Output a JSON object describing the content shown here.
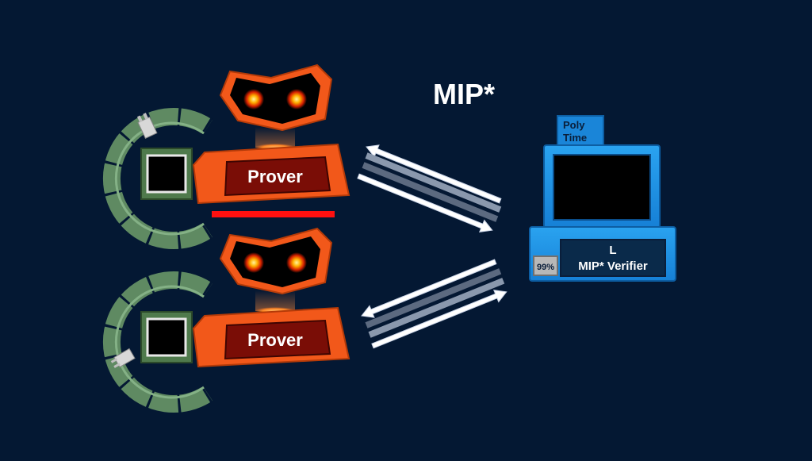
{
  "title": "MIP*",
  "provers": [
    {
      "label": "Prover"
    },
    {
      "label": "Prover"
    }
  ],
  "verifier": {
    "tag_line1": "Poly",
    "tag_line2": "Time",
    "language": "L",
    "name": "MIP* Verifier",
    "confidence": "99%"
  },
  "colors": {
    "background": "#041833",
    "prover_orange": "#f2581a",
    "prover_label_bg": "#7a0d06",
    "ring_green": "#5f8a62",
    "verifier_blue": "#1e90e0",
    "separator_red": "#ff1010",
    "eye_glow": "#ffb400"
  }
}
